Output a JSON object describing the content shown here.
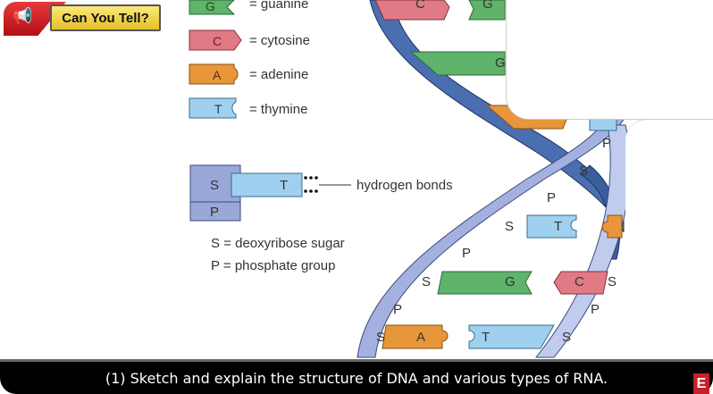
{
  "badge": {
    "label": "Can You Tell?",
    "icon": "megaphone-icon"
  },
  "legend": {
    "bases": [
      {
        "letter": "G",
        "label": "= guanine",
        "color": "#5fb36a"
      },
      {
        "letter": "C",
        "label": "= cytosine",
        "color": "#e07a85"
      },
      {
        "letter": "A",
        "label": "= adenine",
        "color": "#e8963a"
      },
      {
        "letter": "T",
        "label": "= thymine",
        "color": "#9fd0ef"
      }
    ],
    "example": {
      "sugar": "S",
      "phosphate": "P",
      "base": "T",
      "bond_label": "hydrogen bonds"
    },
    "definitions": [
      "S = deoxyribose sugar",
      "P = phosphate group"
    ]
  },
  "helix": {
    "pairs": [
      {
        "left": "C",
        "right": "G"
      },
      {
        "left": "",
        "right": "G"
      },
      {
        "left": "A",
        "right": "T"
      },
      {
        "left": "T",
        "right": "A"
      },
      {
        "left": "G",
        "right": "C"
      },
      {
        "left": "A",
        "right": "T"
      }
    ],
    "strand_labels": [
      "P",
      "S",
      "P",
      "S",
      "P",
      "S",
      "P",
      "S",
      "S",
      "P",
      "S"
    ],
    "colors": {
      "dark_strand": "#4a6fb0",
      "light_strand": "#b8c3e6",
      "mid_strand": "#9aa8d8"
    }
  },
  "caption": {
    "text": "(1) Sketch and explain the structure of DNA and various types of RNA."
  },
  "logo": {
    "letter": "E"
  }
}
